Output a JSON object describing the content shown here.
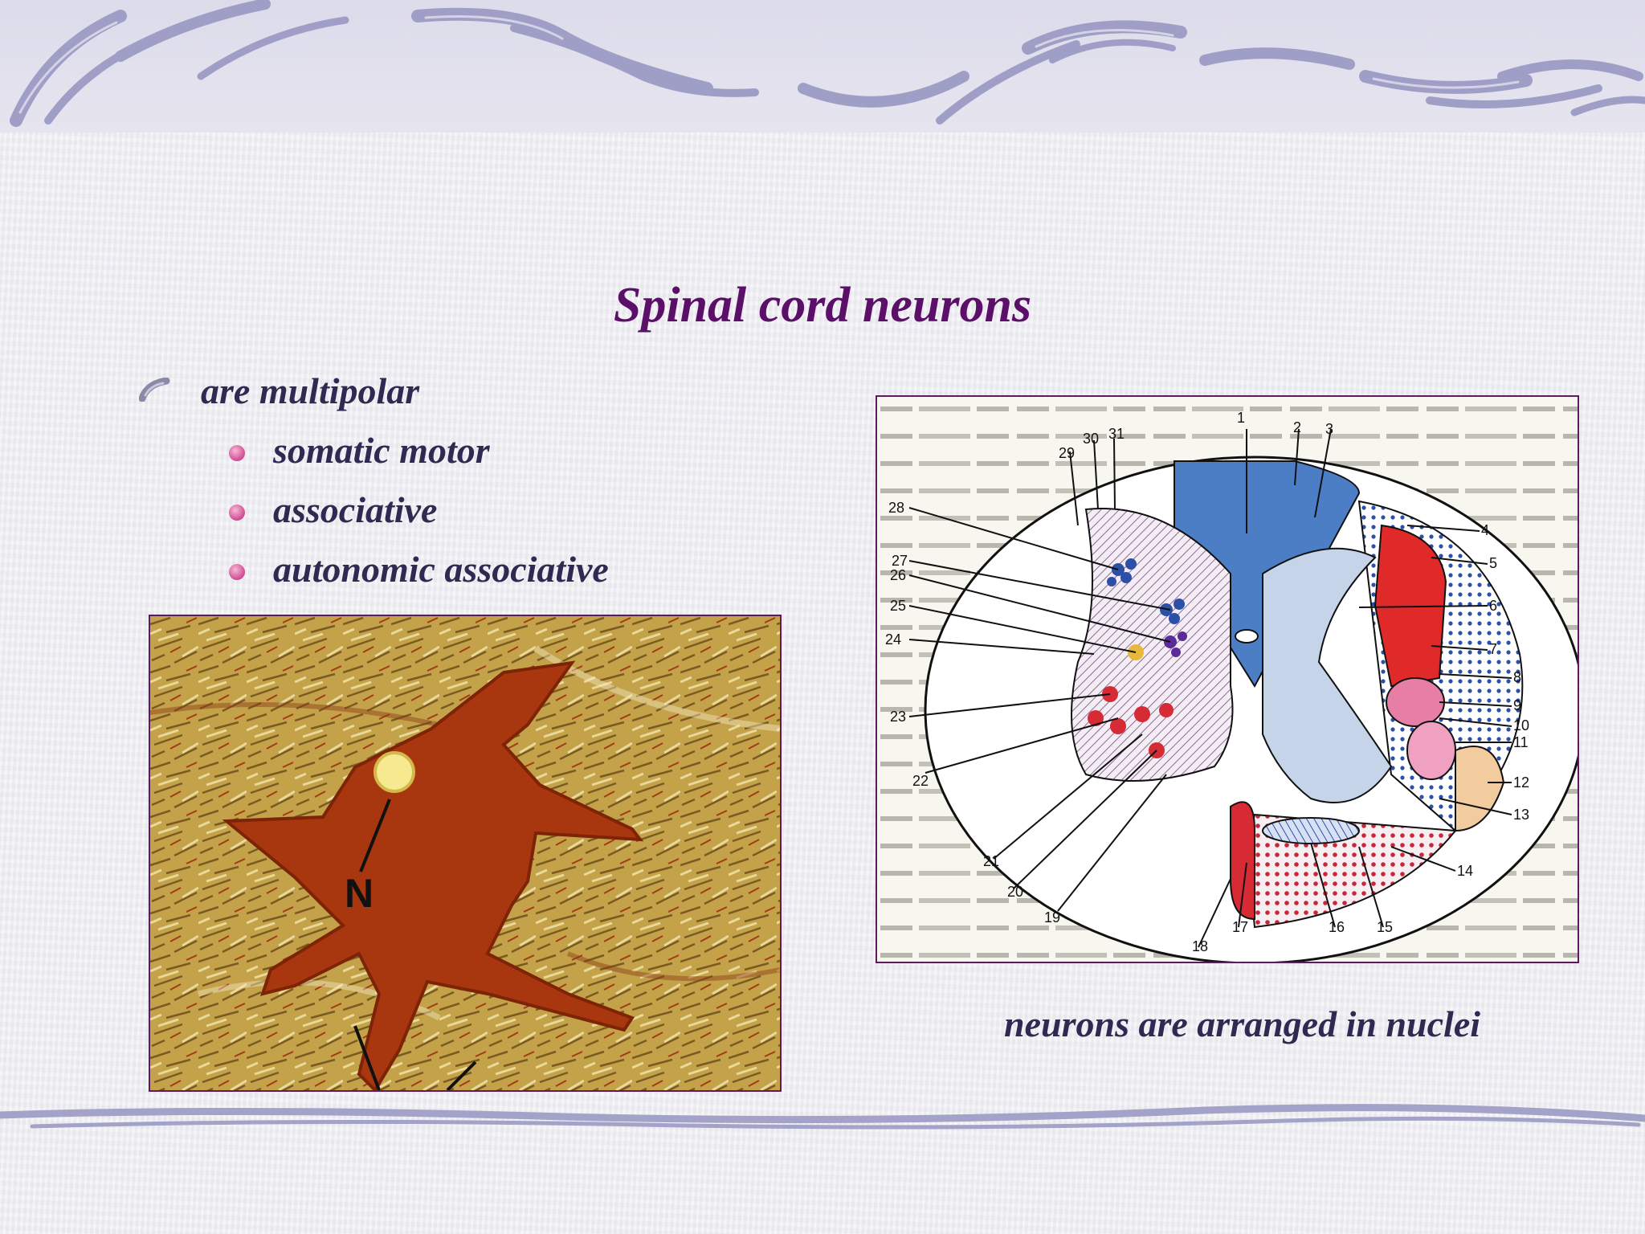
{
  "slide": {
    "title": "Spinal cord neurons",
    "bullets": {
      "main": "are multipolar",
      "sub": [
        "somatic motor",
        "associative",
        "autonomic associative"
      ]
    },
    "photo_label": "N",
    "caption": "neurons are arranged in nuclei",
    "diagram_labels": [
      "1",
      "2",
      "3",
      "4",
      "5",
      "6",
      "7",
      "8",
      "9",
      "10",
      "11",
      "12",
      "13",
      "14",
      "15",
      "16",
      "17",
      "18",
      "19",
      "20",
      "21",
      "22",
      "23",
      "24",
      "25",
      "26",
      "27",
      "28",
      "29",
      "30",
      "31"
    ]
  },
  "colors": {
    "title": "#5b0f68",
    "body_text": "#2f2a52",
    "bullet_dot": "#d04a92",
    "frame": "#5d1a63",
    "band": "#a3a2c8"
  }
}
